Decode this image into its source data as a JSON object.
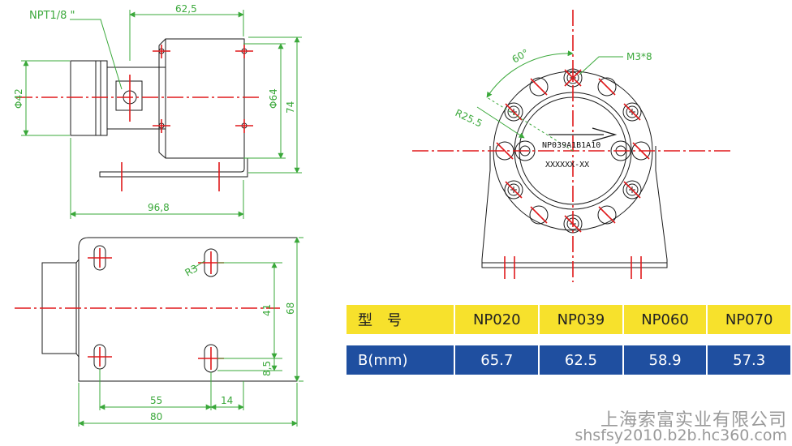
{
  "side_view": {
    "thread_label": "NPT1/8 \"",
    "dim_top": "62,5",
    "dim_left_diameter": "Φ42",
    "dim_right_diameter": "Φ64",
    "dim_height": "74",
    "dim_overall_length": "96,8"
  },
  "bottom_view": {
    "radius_label": "R3",
    "dim_slot_pitch": "41",
    "dim_height": "68",
    "dim_slot_offset": "8,5",
    "dim_hole_spacing": "55",
    "dim_edge_offset": "14",
    "dim_width": "80"
  },
  "front_view": {
    "angle_label": "60°",
    "screw_label": "M3*8",
    "radius_label": "R25.5",
    "model_text": "NP039A1B1A10",
    "serial_text": "XXXXXX-XX"
  },
  "spec_table": {
    "header_label": "型　号",
    "models": [
      "NP020",
      "NP039",
      "NP060",
      "NP070"
    ],
    "row_label": "B(mm)",
    "values": [
      "65.7",
      "62.5",
      "58.9",
      "57.3"
    ]
  },
  "watermark": {
    "company": "上海索富实业有限公司",
    "site": "shsfsy2010.b2b.hc360.com"
  },
  "colors": {
    "outline": "#1a1a1a",
    "centerline": "#e0191b",
    "dimension": "#3aa83a",
    "table_header_bg": "#f7e12c",
    "table_value_bg": "#1f4fa0"
  }
}
